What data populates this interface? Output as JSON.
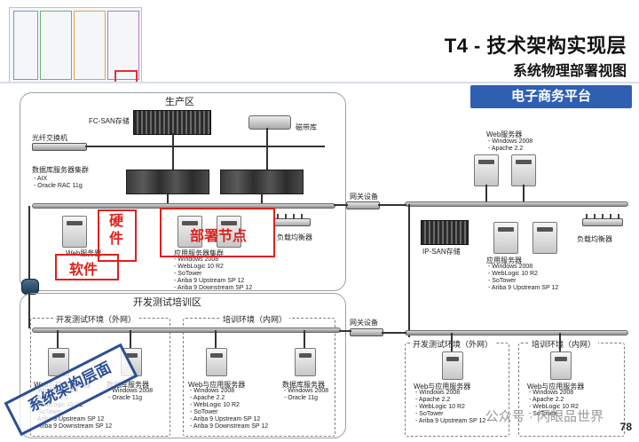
{
  "header": {
    "title": "T4 - 技术架构实现层",
    "subtitle": "系统物理部署视图",
    "banner": "电子商务平台"
  },
  "zones": {
    "production": "生产区",
    "devtest": "开发测试培训区",
    "dev_env_outer": "开发测试环境（外网）",
    "train_env_inner": "培训环境（内网）",
    "dev_env_right": "开发测试环境（外网）",
    "train_env_right": "培训环境（内网）"
  },
  "devices": {
    "fc_san": "FC-SAN存储",
    "tape_lib": "磁带库",
    "fiber_switch": "光纤交换机",
    "gateway_top": "网关设备",
    "gateway_bottom": "网关设备",
    "lb_left": "负载均衡器",
    "lb_right": "负载均衡器",
    "ip_san": "IP-SAN存储"
  },
  "groups": {
    "db_cluster": {
      "title": "数据库服务器集群",
      "lines": "- AIX\n- Oracle RAC 11g"
    },
    "web_top_right": {
      "title": "Web服务器",
      "lines": "- Windows 2008\n- Apache 2.2"
    },
    "app_right": {
      "title": "应用服务器",
      "lines": "- Windows 2008\n- WebLogic 10 R2\n- SoTower\n- Ariba 9 Upstream SP 12"
    },
    "app_left_prod": {
      "title": "应用服务器集群",
      "lines": "- Windows 2008\n- WebLogic 10 R2\n- SoTower\n- Ariba 9 Upstream SP 12\n- Ariba 9 Downstream SP 12"
    },
    "web_prod_left": {
      "title": "Web服务器"
    },
    "dev_app": {
      "title": "Web与应用服务器",
      "lines": "- Windows 2008\n- Apache 2.2\n- WebLogic 10 R2\n- SoTower\n- Ariba 9 Upstream SP 12\n- Ariba 9 Downstream SP 12"
    },
    "dev_db": {
      "title": "数据库服务器",
      "lines": "- Windows 2008\n- Oracle 11g"
    },
    "train_app": {
      "title": "Web与应用服务器",
      "lines": "- Windows 2008\n- Apache 2.2\n- WebLogic 10 R2\n- SoTower\n- Ariba 9 Upstream SP 12\n- Ariba 9 Downstream SP 12"
    },
    "train_db": {
      "title": "数据库服务器",
      "lines": "- Windows 2008\n- Oracle 11g"
    },
    "right_dev_app": {
      "title": "Web与应用服务器",
      "lines": "- Windows 2008\n- Apache 2.2\n- WebLogic 10 R2\n- SoTower\n- Ariba 9 Upstream SP 12"
    },
    "right_train_app": {
      "title": "Web与应用服务器",
      "lines": "- Windows 2008\n- Apache 2.2\n- WebLogic 10 R2\n- SoTower"
    }
  },
  "annotations": {
    "hardware": "硬\n件",
    "deploy_node": "部署节点",
    "software": "软件",
    "system_layer": "系统架构层面"
  },
  "watermark": "公众号 · 闪眼品世界",
  "page_number": "78",
  "colors": {
    "banner_bg": "#2f5fb3",
    "annotation_red": "#e0201c",
    "stamp_blue": "#2b4f95"
  }
}
